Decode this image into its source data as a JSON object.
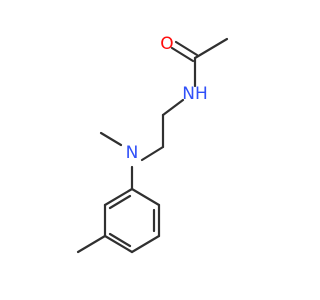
{
  "molecule": {
    "atoms": {
      "oxygen": {
        "label": "O",
        "color": "#ff0d0d"
      },
      "amide_nitrogen": {
        "label": "NH",
        "color": "#3050f8"
      },
      "amine_nitrogen": {
        "label": "N",
        "color": "#3050f8"
      }
    },
    "bond_color": "#303030"
  }
}
